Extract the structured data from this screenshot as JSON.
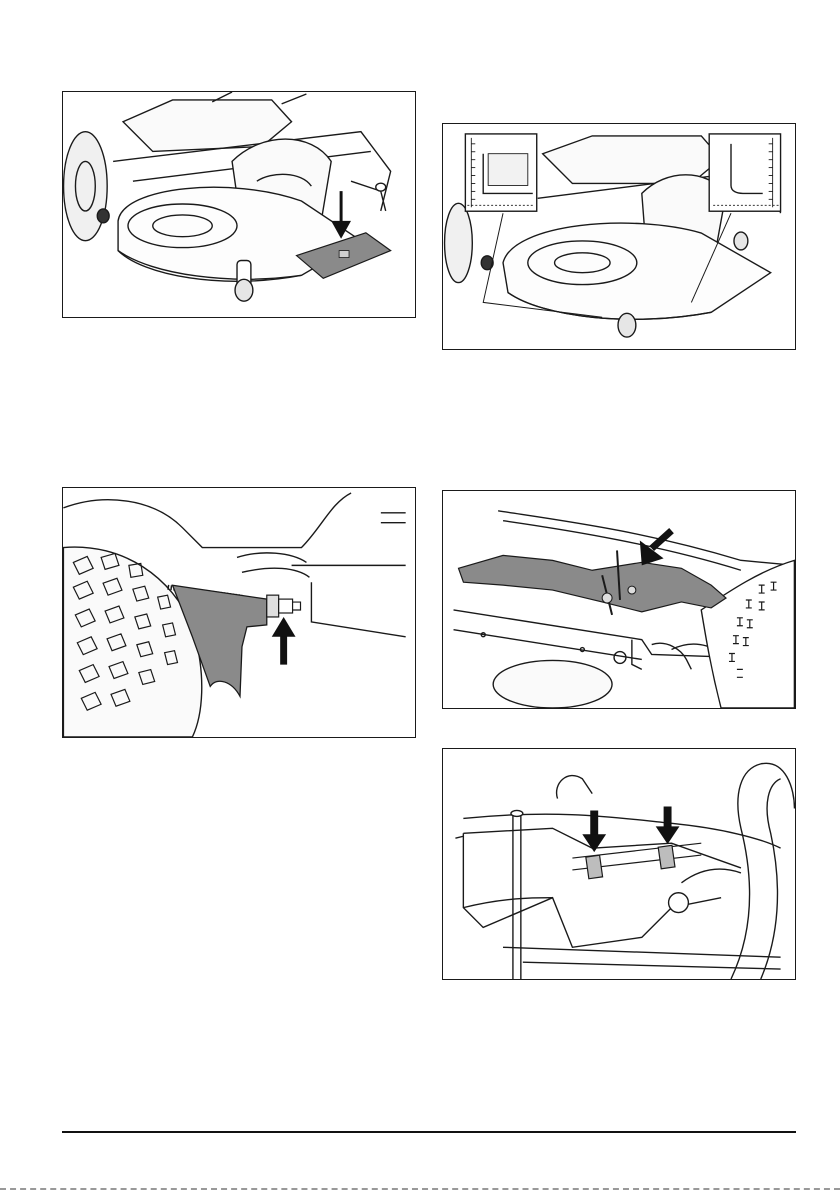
{
  "figures": [
    {
      "id": "fig-1",
      "icon": "mower-deck-on-plate-illustration"
    },
    {
      "id": "fig-2",
      "icon": "cutting-height-gauge-illustration"
    },
    {
      "id": "fig-3",
      "icon": "wheel-bracket-bolt-illustration"
    },
    {
      "id": "fig-4",
      "icon": "deck-linkage-adjustment-illustration"
    },
    {
      "id": "fig-5",
      "icon": "rod-nuts-adjustment-illustration"
    }
  ],
  "colors": {
    "line": "#1a1a1a",
    "shade": "#8a8a8a",
    "light": "#d0d0d0"
  }
}
